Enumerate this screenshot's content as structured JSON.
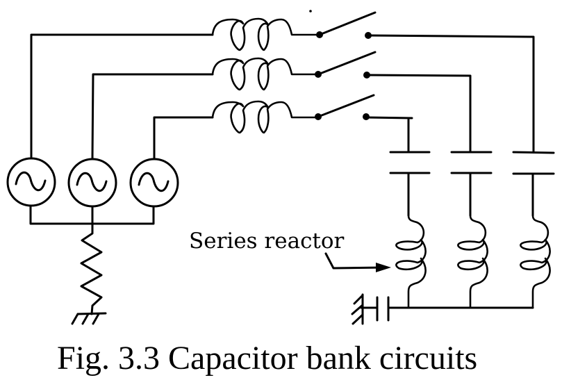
{
  "figure": {
    "caption": "Fig. 3.3 Capacitor bank circuits",
    "annotation": "Series reactor",
    "phases": 3,
    "components": {
      "sources": [
        "ac-source-1",
        "ac-source-2",
        "ac-source-3"
      ],
      "line_inductors": [
        "line-inductor-1",
        "line-inductor-2",
        "line-inductor-3"
      ],
      "switches": [
        "switch-1",
        "switch-2",
        "switch-3"
      ],
      "capacitors": [
        "capacitor-1",
        "capacitor-2",
        "capacitor-3"
      ],
      "series_reactors": [
        "series-reactor-1",
        "series-reactor-2",
        "series-reactor-3"
      ],
      "neutral_grounding": "grounding-resistor",
      "bank_neutral_grounding": "grounding-capacitor"
    },
    "colors": {
      "ink": "#000000",
      "background": "#ffffff"
    }
  }
}
